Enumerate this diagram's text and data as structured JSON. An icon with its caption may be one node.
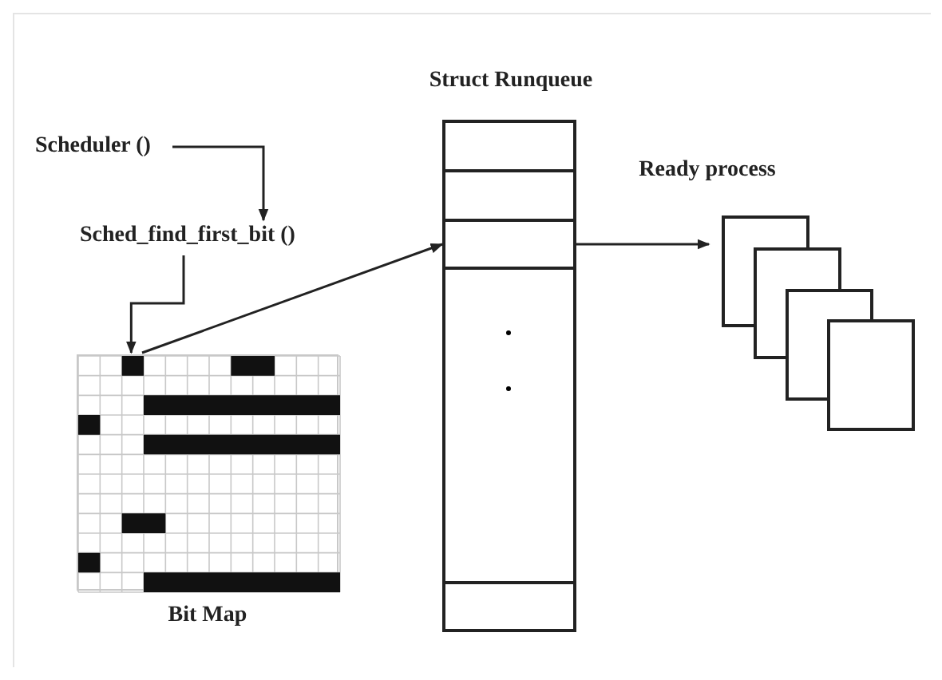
{
  "diagram": {
    "nodes": [
      {
        "text": [
          "Scheduler ()"
        ]
      },
      {
        "text": [
          "Sched_find_first_bit ()"
        ]
      },
      {
        "text": [],
        "shape": "box",
        "beside": [
          "Bit Map"
        ]
      },
      {
        "text": [
          "Struct Runqueue"
        ]
      },
      {
        "text": [],
        "shape": "box",
        "in": 3
      },
      {
        "text": [],
        "shape": "picture",
        "beside": [
          "Ready process"
        ]
      }
    ],
    "edges": [
      {
        "from": 0,
        "to": 1,
        "arrow": "to"
      },
      {
        "from": 1,
        "to": 2,
        "arrow": "to"
      },
      {
        "from": 2,
        "to": 4,
        "arrow": "to"
      },
      {
        "from": 4,
        "to": 5,
        "arrow": "to"
      }
    ]
  }
}
